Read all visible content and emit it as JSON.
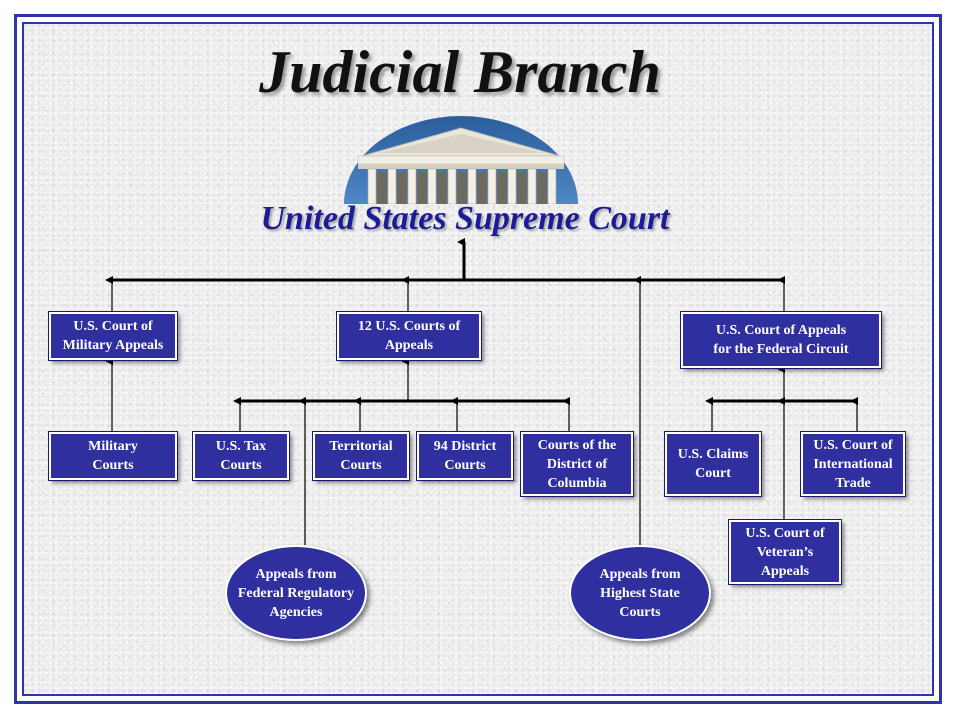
{
  "title": "Judicial Branch",
  "supreme_court": "United States Supreme Court",
  "top_courts": {
    "military_appeals": "U.S. Court of Military Appeals",
    "courts_of_appeals": "12 U.S. Courts of Appeals",
    "federal_circuit": "U.S. Court of Appeals for the Federal Circuit"
  },
  "lower_courts": {
    "military": "Military Courts",
    "tax": "U.S. Tax Courts",
    "territorial": "Territorial Courts",
    "district": "94 District Courts",
    "dc": "Courts of the District of Columbia",
    "claims": "U.S. Claims Court",
    "international_trade": "U.S. Court of International Trade",
    "veterans": "U.S. Court of Veteran’s Appeals"
  },
  "appeals_sources": {
    "federal_agencies": "Appeals from Federal Regulatory Agencies",
    "state_courts": "Appeals from Highest State Courts"
  },
  "colors": {
    "box_fill": "#2f2f9f",
    "frame": "#2e35a8",
    "subtitle": "#1c1c96"
  }
}
